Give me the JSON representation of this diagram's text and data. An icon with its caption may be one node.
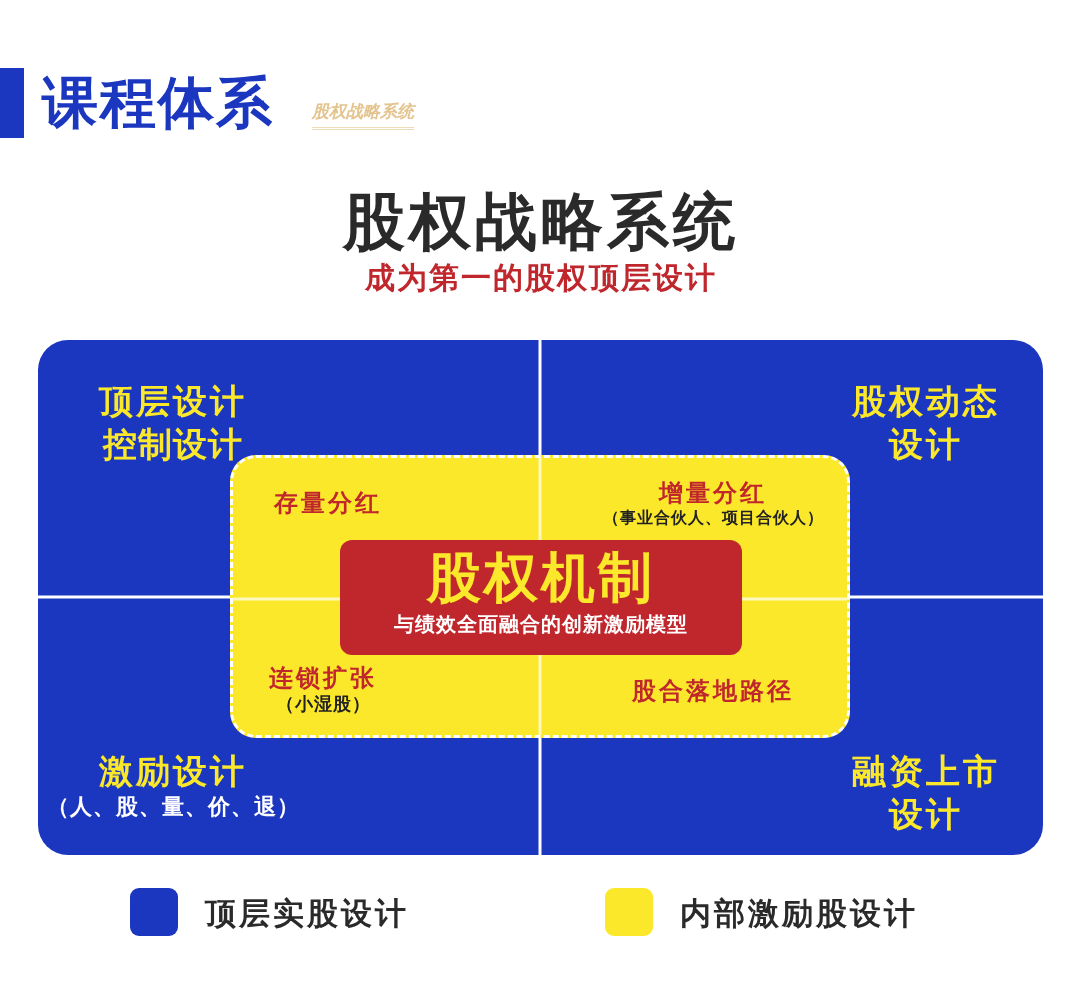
{
  "diagram": {
    "title": "股权战略系统",
    "nodes": [
      {
        "text": [],
        "shape": "box"
      },
      {
        "text": [
          "顶层设计",
          "控制设计"
        ],
        "in": 0
      },
      {
        "text": [
          "股权动态设计"
        ],
        "in": 0
      },
      {
        "text": [
          "激励设计",
          "（人、股、量、价、退）"
        ],
        "in": 0
      },
      {
        "text": [
          "融资上市设计"
        ],
        "in": 0
      },
      {
        "text": [],
        "shape": "box",
        "in": 0
      },
      {
        "text": [
          "存量分红"
        ],
        "in": 5
      },
      {
        "text": [
          "增量分红",
          "（事业合伙人、项目合伙人）"
        ],
        "in": 5
      },
      {
        "text": [
          "股权机制",
          "与绩效全面融合的创新激励模型"
        ],
        "in": 5
      },
      {
        "text": [
          "连锁扩张",
          "（小湿股）"
        ],
        "in": 5
      },
      {
        "text": [
          "股合落地路径"
        ],
        "in": 5
      }
    ],
    "edges": [],
    "labels": [
      "课程体系",
      "股权战略系统",
      "成为第一的股权顶层设计"
    ],
    "legend": [
      {
        "text": "顶层实股设计",
        "color": "#1b36bf"
      },
      {
        "text": "内部激励股设计",
        "color": "#fbe82a"
      }
    ]
  }
}
